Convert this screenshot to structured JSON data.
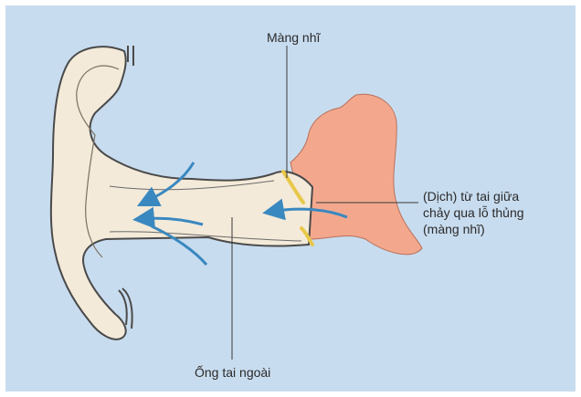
{
  "labels": {
    "eardrum": "Màng nhĩ",
    "fluid_line1": "(Dịch) từ tai giữa",
    "fluid_line2": "chảy qua lỗ thủng",
    "fluid_line3": "(màng nhĩ)",
    "ear_canal": "Ống tai ngoài"
  },
  "colors": {
    "background": "#c8dcef",
    "outer_ear": "#f4ead9",
    "outline": "#4a4a4a",
    "middle_ear": "#f3a88e",
    "eardrum": "#e8c84a",
    "arrows": "#3a88c0"
  },
  "icons": {
    "flow_arrow": "curved-arrow-icon"
  }
}
